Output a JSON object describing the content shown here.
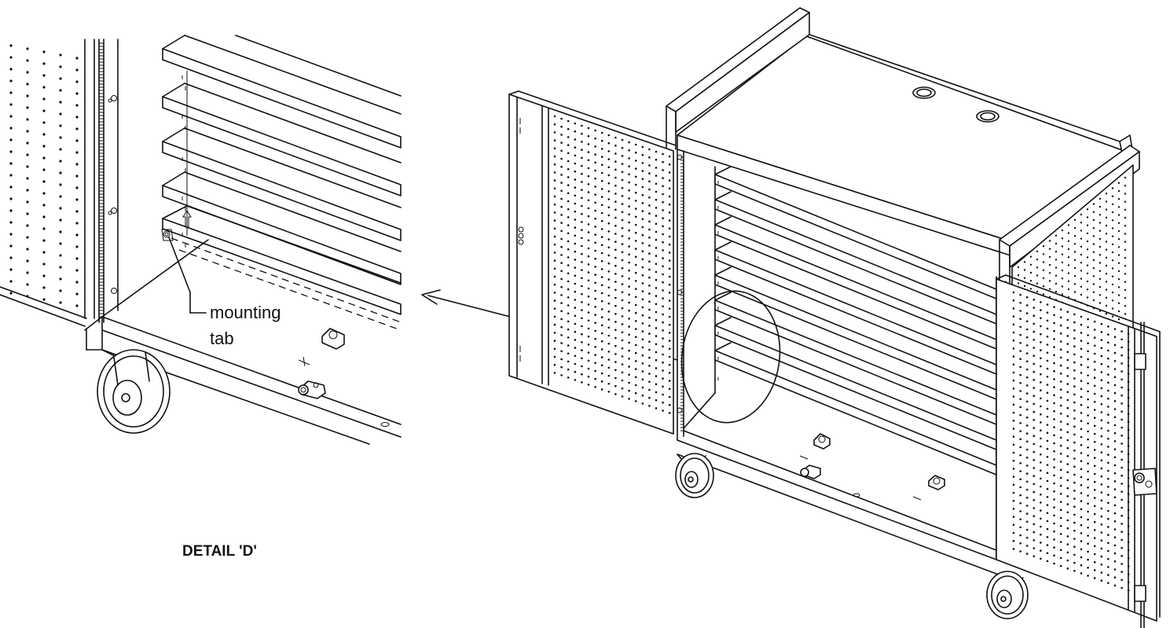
{
  "callout": {
    "line1": "mounting",
    "line2": "tab"
  },
  "detail_title": "DETAIL 'D'",
  "colors": {
    "ink": "#111111",
    "background": "#ffffff"
  }
}
